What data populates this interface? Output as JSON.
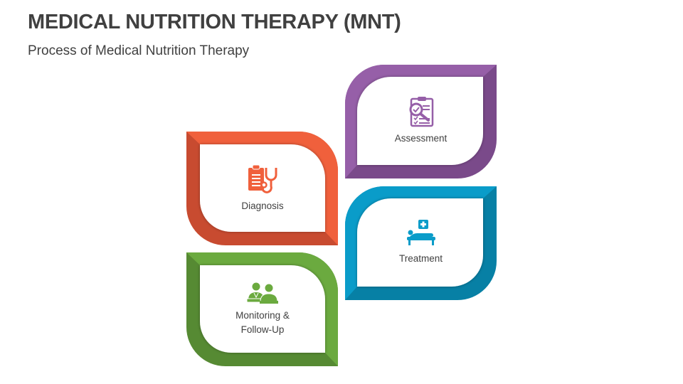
{
  "header": {
    "title": "MEDICAL NUTRITION THERAPY (MNT)",
    "subtitle": "Process of Medical Nutrition Therapy"
  },
  "steps": [
    {
      "label": "Assessment",
      "icon": "clipboard-magnifier-icon",
      "color": "#965FA8",
      "color_dark": "#7A4A8A"
    },
    {
      "label": "Diagnosis",
      "icon": "clipboard-stethoscope-icon",
      "color": "#F0603C",
      "color_dark": "#C84B30"
    },
    {
      "label": "Treatment",
      "icon": "patient-bed-icon",
      "color": "#0A9CC9",
      "color_dark": "#0780A5"
    },
    {
      "label_line1": "Monitoring &",
      "label_line2": "Follow-Up",
      "icon": "doctor-patient-icon",
      "color": "#6BAA3F",
      "color_dark": "#568A33"
    }
  ]
}
